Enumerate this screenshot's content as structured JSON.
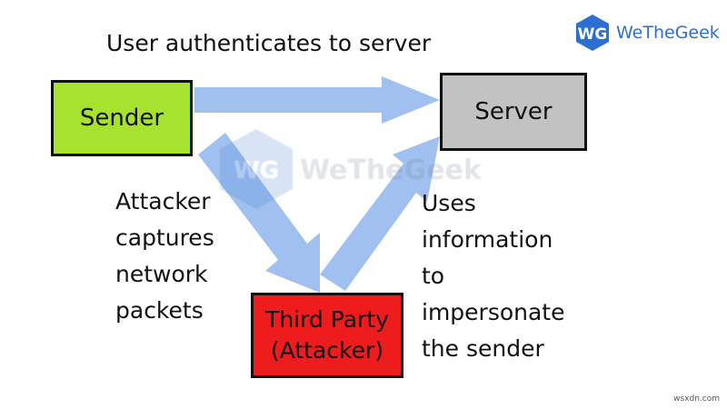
{
  "diagram": {
    "caption": "User authenticates to server",
    "nodes": {
      "sender": {
        "label": "Sender",
        "fill": "#a6e22e"
      },
      "server": {
        "label": "Server",
        "fill": "#c2c2c2"
      },
      "attacker": {
        "line1": "Third Party",
        "line2": "(Attacker)",
        "fill": "#ee1c1c"
      }
    },
    "annotations": {
      "left": [
        "Attacker",
        "captures",
        "network",
        "packets"
      ],
      "right": [
        "Uses",
        "information",
        "to",
        "impersonate",
        "the sender"
      ]
    },
    "arrow_color": "#8fb6ec"
  },
  "brand": {
    "logo_mark": "WG",
    "name": "WeTheGeek",
    "color": "#2d6fd1"
  },
  "footer": {
    "source": "wsxdn.com"
  }
}
